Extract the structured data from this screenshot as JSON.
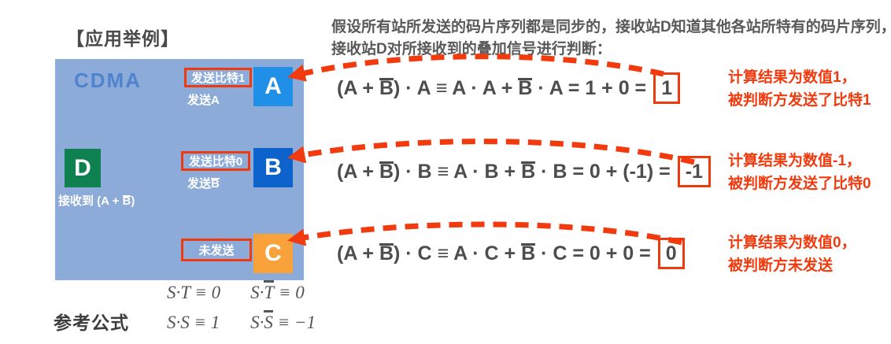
{
  "page": {
    "heading": "【应用举例】",
    "intro_line1": "假设所有站所发送的码片序列都是同步的，接收站D知道其他各站所特有的码片序列，",
    "intro_line2": "接收站D对所接收到的叠加信号进行判断："
  },
  "panel": {
    "title": "CDMA",
    "bg_color": "#8cabd9",
    "receiver": {
      "letter": "D",
      "color": "#0f8150",
      "label": [
        {
          "t": "接收到 (A + "
        },
        {
          "t": "B",
          "ov": true
        },
        {
          "t": ")"
        }
      ]
    },
    "stations": [
      {
        "letter": "A",
        "color": "#1f8fe8",
        "tag": "发送比特1",
        "sub": [
          {
            "t": "发送A"
          }
        ]
      },
      {
        "letter": "B",
        "color": "#0d63cb",
        "tag": "发送比特0",
        "sub": [
          {
            "t": "发送"
          },
          {
            "t": "B",
            "ov": true
          }
        ]
      },
      {
        "letter": "C",
        "color": "#f9a23c",
        "tag": "未发送",
        "sub": []
      }
    ]
  },
  "equations": [
    {
      "expr": [
        {
          "t": "(A + "
        },
        {
          "t": "B",
          "ov": true
        },
        {
          "t": ") · A ≡ A · A + "
        },
        {
          "t": "B",
          "ov": true
        },
        {
          "t": " · A = 1 + 0 ="
        }
      ],
      "result": "1",
      "note1": "计算结果为数值1，",
      "note2": "被判断方发送了比特1"
    },
    {
      "expr": [
        {
          "t": "(A + "
        },
        {
          "t": "B",
          "ov": true
        },
        {
          "t": ") · B ≡ A · B + "
        },
        {
          "t": "B",
          "ov": true
        },
        {
          "t": " · B = 0 + (-1) ="
        }
      ],
      "result": "-1",
      "note1": "计算结果为数值-1，",
      "note2": "被判断方发送了比特0"
    },
    {
      "expr": [
        {
          "t": "(A + "
        },
        {
          "t": "B",
          "ov": true
        },
        {
          "t": ") · C ≡ A · C + "
        },
        {
          "t": "B",
          "ov": true
        },
        {
          "t": " · C = 0 + 0 ="
        }
      ],
      "result": "0",
      "note1": "计算结果为数值0，",
      "note2": "被判断方未发送"
    }
  ],
  "reference": {
    "title": "参考公式",
    "rows": [
      [
        [
          {
            "t": "S·T ≡ 0"
          }
        ],
        [
          {
            "t": "S·"
          },
          {
            "t": "T",
            "ov": true
          },
          {
            "t": " ≡ 0"
          }
        ]
      ],
      [
        [
          {
            "t": "S·S ≡ 1"
          }
        ],
        [
          {
            "t": "S·"
          },
          {
            "t": "S",
            "ov": true
          },
          {
            "t": " ≡ −1"
          }
        ]
      ]
    ]
  },
  "colors": {
    "accent_red": "#ee3a10",
    "note_red": "#f13a0e",
    "formula_gray": "#4d4d4d",
    "intro_gray": "#595959",
    "cdma_blue": "#4f83cf",
    "panel_blue": "#8cabd9"
  }
}
